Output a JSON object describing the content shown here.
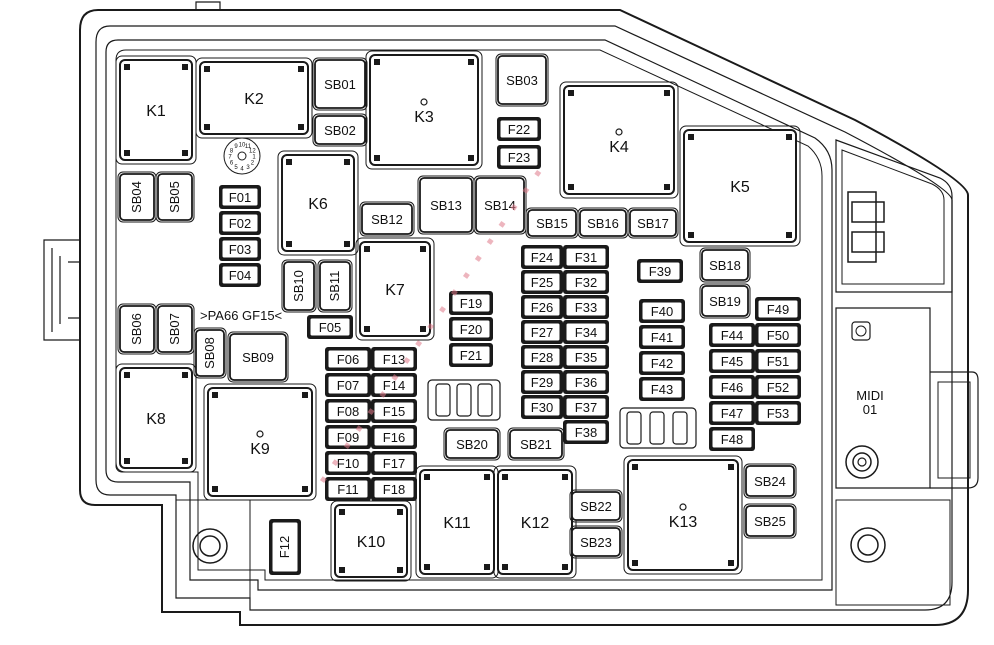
{
  "relays": [
    {
      "id": "k1",
      "label": "K1"
    },
    {
      "id": "k2",
      "label": "K2"
    },
    {
      "id": "k3",
      "label": "K3"
    },
    {
      "id": "k4",
      "label": "K4"
    },
    {
      "id": "k5",
      "label": "K5"
    },
    {
      "id": "k6",
      "label": "K6"
    },
    {
      "id": "k7",
      "label": "K7"
    },
    {
      "id": "k8",
      "label": "K8"
    },
    {
      "id": "k9",
      "label": "K9"
    },
    {
      "id": "k10",
      "label": "K10"
    },
    {
      "id": "k11",
      "label": "K11"
    },
    {
      "id": "k12",
      "label": "K12"
    },
    {
      "id": "k13",
      "label": "K13"
    }
  ],
  "sb_fuses": [
    {
      "id": "sb01",
      "label": "SB01"
    },
    {
      "id": "sb02",
      "label": "SB02"
    },
    {
      "id": "sb03",
      "label": "SB03"
    },
    {
      "id": "sb04",
      "label": "SB04"
    },
    {
      "id": "sb05",
      "label": "SB05"
    },
    {
      "id": "sb06",
      "label": "SB06"
    },
    {
      "id": "sb07",
      "label": "SB07"
    },
    {
      "id": "sb08",
      "label": "SB08"
    },
    {
      "id": "sb09",
      "label": "SB09"
    },
    {
      "id": "sb10",
      "label": "SB10"
    },
    {
      "id": "sb11",
      "label": "SB11"
    },
    {
      "id": "sb12",
      "label": "SB12"
    },
    {
      "id": "sb13",
      "label": "SB13"
    },
    {
      "id": "sb14",
      "label": "SB14"
    },
    {
      "id": "sb15",
      "label": "SB15"
    },
    {
      "id": "sb16",
      "label": "SB16"
    },
    {
      "id": "sb17",
      "label": "SB17"
    },
    {
      "id": "sb18",
      "label": "SB18"
    },
    {
      "id": "sb19",
      "label": "SB19"
    },
    {
      "id": "sb20",
      "label": "SB20"
    },
    {
      "id": "sb21",
      "label": "SB21"
    },
    {
      "id": "sb22",
      "label": "SB22"
    },
    {
      "id": "sb23",
      "label": "SB23"
    },
    {
      "id": "sb24",
      "label": "SB24"
    },
    {
      "id": "sb25",
      "label": "SB25"
    }
  ],
  "mini_fuses": [
    {
      "id": "f01",
      "label": "F01"
    },
    {
      "id": "f02",
      "label": "F02"
    },
    {
      "id": "f03",
      "label": "F03"
    },
    {
      "id": "f04",
      "label": "F04"
    },
    {
      "id": "f05",
      "label": "F05"
    },
    {
      "id": "f06",
      "label": "F06"
    },
    {
      "id": "f07",
      "label": "F07"
    },
    {
      "id": "f08",
      "label": "F08"
    },
    {
      "id": "f09",
      "label": "F09"
    },
    {
      "id": "f10",
      "label": "F10"
    },
    {
      "id": "f11",
      "label": "F11"
    },
    {
      "id": "f12",
      "label": "F12"
    },
    {
      "id": "f13",
      "label": "F13"
    },
    {
      "id": "f14",
      "label": "F14"
    },
    {
      "id": "f15",
      "label": "F15"
    },
    {
      "id": "f16",
      "label": "F16"
    },
    {
      "id": "f17",
      "label": "F17"
    },
    {
      "id": "f18",
      "label": "F18"
    },
    {
      "id": "f19",
      "label": "F19"
    },
    {
      "id": "f20",
      "label": "F20"
    },
    {
      "id": "f21",
      "label": "F21"
    },
    {
      "id": "f22",
      "label": "F22"
    },
    {
      "id": "f23",
      "label": "F23"
    },
    {
      "id": "f24",
      "label": "F24"
    },
    {
      "id": "f25",
      "label": "F25"
    },
    {
      "id": "f26",
      "label": "F26"
    },
    {
      "id": "f27",
      "label": "F27"
    },
    {
      "id": "f28",
      "label": "F28"
    },
    {
      "id": "f29",
      "label": "F29"
    },
    {
      "id": "f30",
      "label": "F30"
    },
    {
      "id": "f31",
      "label": "F31"
    },
    {
      "id": "f32",
      "label": "F32"
    },
    {
      "id": "f33",
      "label": "F33"
    },
    {
      "id": "f34",
      "label": "F34"
    },
    {
      "id": "f35",
      "label": "F35"
    },
    {
      "id": "f36",
      "label": "F36"
    },
    {
      "id": "f37",
      "label": "F37"
    },
    {
      "id": "f38",
      "label": "F38"
    },
    {
      "id": "f39",
      "label": "F39"
    },
    {
      "id": "f40",
      "label": "F40"
    },
    {
      "id": "f41",
      "label": "F41"
    },
    {
      "id": "f42",
      "label": "F42"
    },
    {
      "id": "f43",
      "label": "F43"
    },
    {
      "id": "f44",
      "label": "F44"
    },
    {
      "id": "f45",
      "label": "F45"
    },
    {
      "id": "f46",
      "label": "F46"
    },
    {
      "id": "f47",
      "label": "F47"
    },
    {
      "id": "f48",
      "label": "F48"
    },
    {
      "id": "f49",
      "label": "F49"
    },
    {
      "id": "f50",
      "label": "F50"
    },
    {
      "id": "f51",
      "label": "F51"
    },
    {
      "id": "f52",
      "label": "F52"
    },
    {
      "id": "f53",
      "label": "F53"
    }
  ],
  "midi": {
    "line1": "MIDI",
    "line2": "01"
  },
  "material_mark": ">PA66 GF15<",
  "date_wheel": "10 11 12 1 2 3 4 5 6 7 8 9",
  "colors": {
    "line": "#1a1a1a",
    "watermark": "#e07a8a",
    "background": "#ffffff"
  }
}
